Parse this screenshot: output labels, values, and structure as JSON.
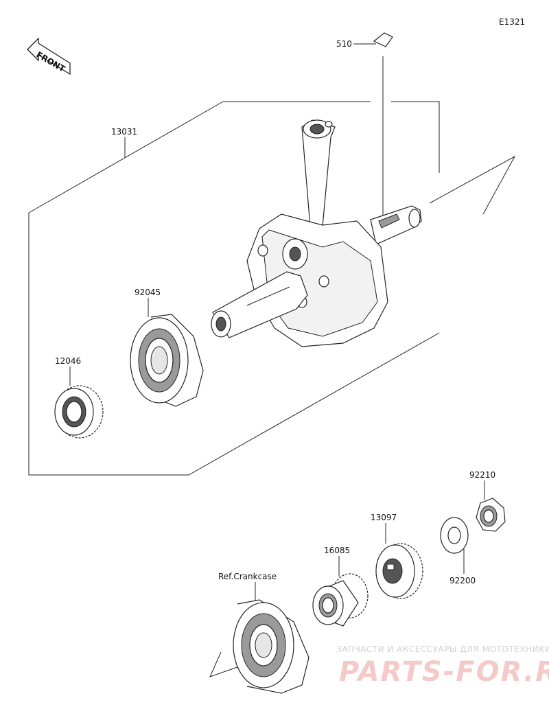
{
  "diagram_code": "E1321",
  "front_label": "FRONT",
  "parts": {
    "p510": "510",
    "p13031": "13031",
    "p92045": "92045",
    "p12046": "12046",
    "p92210": "92210",
    "p13097": "13097",
    "p16085": "16085",
    "p92200": "92200",
    "ref_crankcase": "Ref.Crankcase"
  },
  "watermark": {
    "tagline": "ЗАПЧАСТИ И АКСЕССУАРЫ ДЛЯ МОТОТЕХНИКИ",
    "brand": "PARTS-FOR.RU"
  }
}
